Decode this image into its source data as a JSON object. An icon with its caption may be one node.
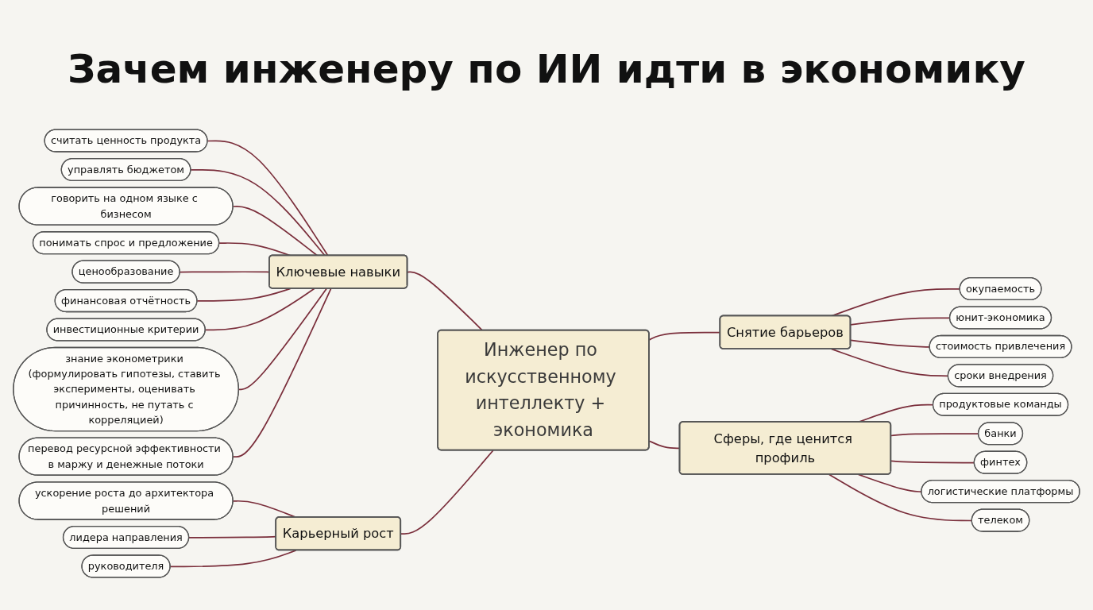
{
  "diagram": {
    "title": "Зачем инженеру по ИИ идти в экономику",
    "nodes": [
      {
        "text": [
          "Инженер по искусственному интеллекту + экономика"
        ]
      },
      {
        "text": [
          "Ключевые навыки"
        ]
      },
      {
        "text": [
          "считать ценность продукта"
        ]
      },
      {
        "text": [
          "управлять бюджетом"
        ]
      },
      {
        "text": [
          "говорить на одном языке с бизнесом"
        ]
      },
      {
        "text": [
          "понимать спрос и предложение"
        ]
      },
      {
        "text": [
          "ценообразование"
        ]
      },
      {
        "text": [
          "финансовая отчётность"
        ]
      },
      {
        "text": [
          "инвестиционные критерии"
        ]
      },
      {
        "text": [
          "знание эконометрики (формулировать гипотезы, ставить эксперименты, оценивать причинность, не путать с корреляцией)"
        ]
      },
      {
        "text": [
          "перевод ресурсной эффективности в маржу и денежные потоки"
        ]
      },
      {
        "text": [
          "Карьерный рост"
        ]
      },
      {
        "text": [
          "ускорение роста до архитектора решений"
        ]
      },
      {
        "text": [
          "лидера направления"
        ]
      },
      {
        "text": [
          "руководителя"
        ]
      },
      {
        "text": [
          "Снятие барьеров"
        ]
      },
      {
        "text": [
          "окупаемость"
        ]
      },
      {
        "text": [
          "юнит-экономика"
        ]
      },
      {
        "text": [
          "стоимость привлечения"
        ]
      },
      {
        "text": [
          "сроки внедрения"
        ]
      },
      {
        "text": [
          "Сферы, где ценится профиль"
        ]
      },
      {
        "text": [
          "продуктовые команды"
        ]
      },
      {
        "text": [
          "банки"
        ]
      },
      {
        "text": [
          "финтех"
        ]
      },
      {
        "text": [
          "логистические платформы"
        ]
      },
      {
        "text": [
          "телеком"
        ]
      }
    ],
    "edges": [
      {
        "from": 1,
        "to": 0,
        "arrow": "none"
      },
      {
        "from": 2,
        "to": 1,
        "arrow": "none"
      },
      {
        "from": 3,
        "to": 1,
        "arrow": "none"
      },
      {
        "from": 4,
        "to": 1,
        "arrow": "none"
      },
      {
        "from": 5,
        "to": 1,
        "arrow": "none"
      },
      {
        "from": 6,
        "to": 1,
        "arrow": "none"
      },
      {
        "from": 7,
        "to": 1,
        "arrow": "none"
      },
      {
        "from": 8,
        "to": 1,
        "arrow": "none"
      },
      {
        "from": 9,
        "to": 1,
        "arrow": "none"
      },
      {
        "from": 10,
        "to": 1,
        "arrow": "none"
      },
      {
        "from": 11,
        "to": 0,
        "arrow": "none"
      },
      {
        "from": 12,
        "to": 11,
        "arrow": "none"
      },
      {
        "from": 13,
        "to": 11,
        "arrow": "none"
      },
      {
        "from": 14,
        "to": 11,
        "arrow": "none"
      },
      {
        "from": 0,
        "to": 15,
        "arrow": "none"
      },
      {
        "from": 15,
        "to": 16,
        "arrow": "none"
      },
      {
        "from": 15,
        "to": 17,
        "arrow": "none"
      },
      {
        "from": 15,
        "to": 18,
        "arrow": "none"
      },
      {
        "from": 15,
        "to": 19,
        "arrow": "none"
      },
      {
        "from": 0,
        "to": 20,
        "arrow": "none"
      },
      {
        "from": 20,
        "to": 21,
        "arrow": "none"
      },
      {
        "from": 20,
        "to": 22,
        "arrow": "none"
      },
      {
        "from": 20,
        "to": 23,
        "arrow": "none"
      },
      {
        "from": 20,
        "to": 24,
        "arrow": "none"
      },
      {
        "from": 20,
        "to": 25,
        "arrow": "none"
      }
    ]
  }
}
